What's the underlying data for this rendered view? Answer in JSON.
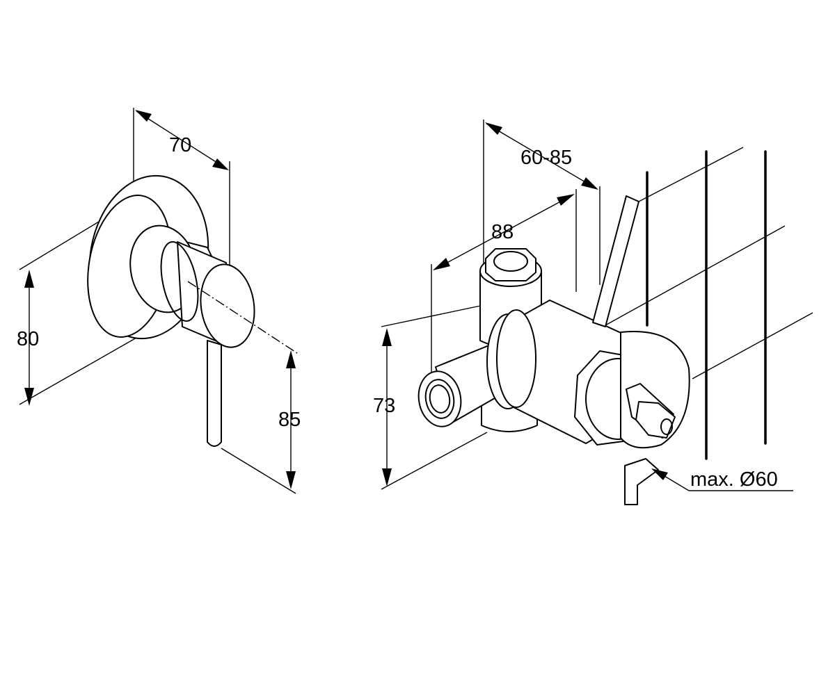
{
  "dimensions": {
    "rosette_depth": "70",
    "rosette_height": "80",
    "lever_length": "85",
    "wall_depth_range": "60-85",
    "body_width": "88",
    "body_height": "73",
    "max_diameter": "max. Ø60"
  },
  "colors": {
    "line": "#000000",
    "background": "#ffffff"
  }
}
